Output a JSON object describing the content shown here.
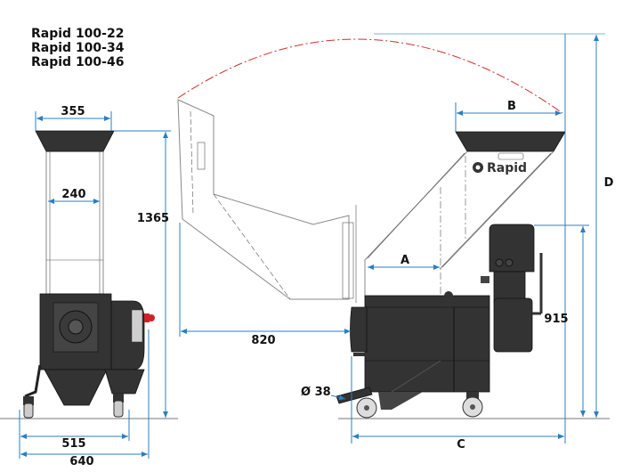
{
  "models": [
    "Rapid 100-22",
    "Rapid 100-34",
    "Rapid 100-46"
  ],
  "front_view": {
    "hopper_width": "355",
    "chute_width": "240",
    "total_height": "1365",
    "wheel_base": "515",
    "total_width": "640"
  },
  "side_view": {
    "swing_clearance": "820",
    "pipe_diameter": "Ø 38",
    "dim_a": "A",
    "dim_b": "B",
    "dim_c": "C",
    "dim_d": "D",
    "motor_height": "915",
    "logo": "Rapid"
  },
  "colors": {
    "dimension": "#2a7fc0",
    "swing_arc": "#d0302a",
    "machine": "#333333"
  }
}
